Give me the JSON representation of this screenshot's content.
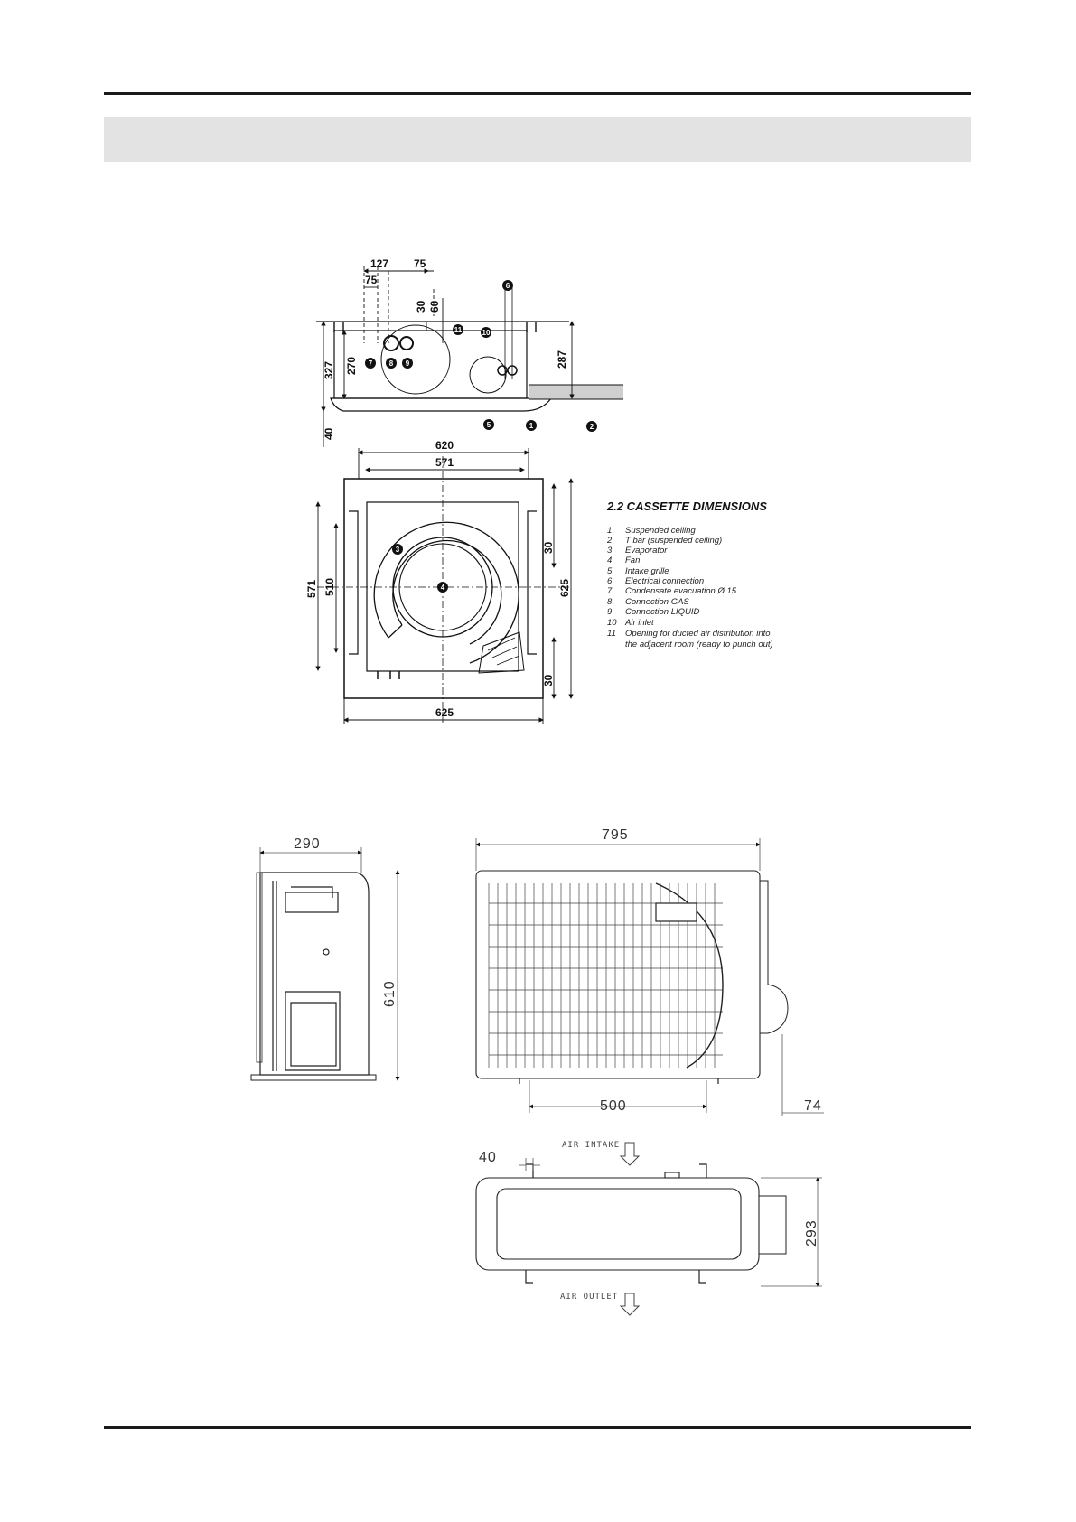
{
  "header": {
    "band_text": ""
  },
  "cassette": {
    "legend_title": "2.2 CASSETTE DIMENSIONS",
    "legend": [
      {
        "n": "1",
        "t": "Suspended ceiling"
      },
      {
        "n": "2",
        "t": "T bar (suspended ceiling)"
      },
      {
        "n": "3",
        "t": "Evaporator"
      },
      {
        "n": "4",
        "t": "Fan"
      },
      {
        "n": "5",
        "t": "Intake grille"
      },
      {
        "n": "6",
        "t": "Electrical connection"
      },
      {
        "n": "7",
        "t": "Condensate evacuation Ø 15"
      },
      {
        "n": "8",
        "t": "Connection GAS"
      },
      {
        "n": "9",
        "t": "Connection LIQUID"
      },
      {
        "n": "10",
        "t": "Air inlet"
      },
      {
        "n": "11",
        "t": "Opening for ducted air distribution into"
      },
      {
        "n": "",
        "t": "the adjacent room (ready to punch out)"
      }
    ],
    "dims": {
      "d127": "127",
      "d75a": "75",
      "d75b": "75",
      "d30a": "30",
      "d60": "60",
      "d327": "327",
      "d270": "270",
      "d287": "287",
      "d40": "40",
      "d620": "620",
      "d571top": "571",
      "d571left": "571",
      "d510": "510",
      "d30b": "30",
      "d625right": "625",
      "d30c": "30",
      "d625bottom": "625"
    },
    "callouts": [
      "1",
      "2",
      "3",
      "4",
      "5",
      "6",
      "7",
      "8",
      "9",
      "10",
      "11"
    ]
  },
  "outdoor": {
    "dims": {
      "d290": "290",
      "d795": "795",
      "d610": "610",
      "d500": "500",
      "d74": "74",
      "d40": "40",
      "d293": "293"
    },
    "air_intake": "AIR INTAKE",
    "air_outlet": "AIR OUTLET"
  }
}
